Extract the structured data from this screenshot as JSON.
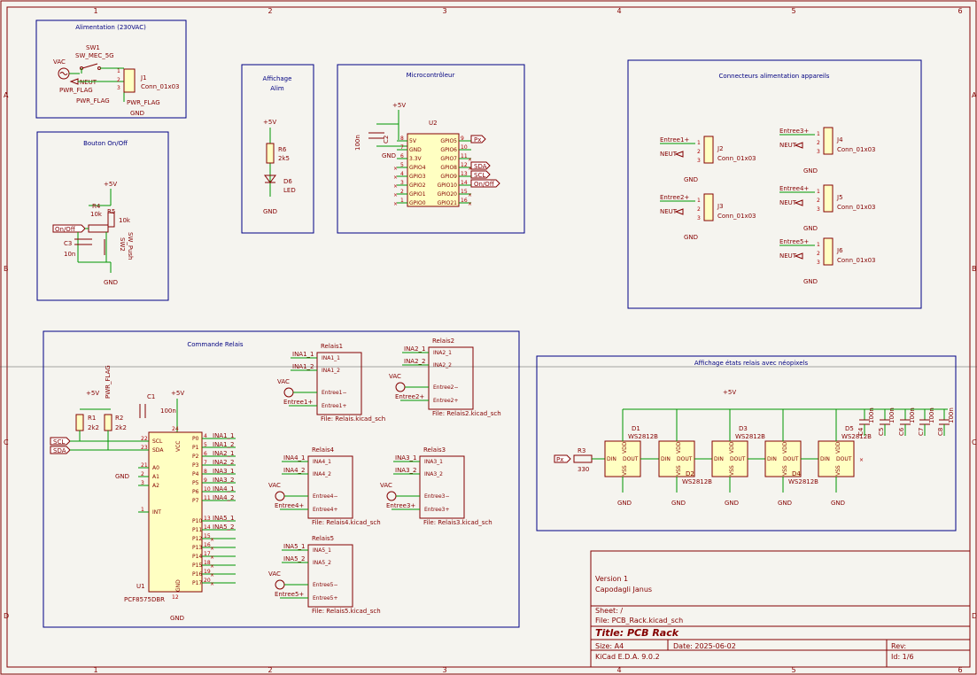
{
  "frame": {
    "cols": [
      "1",
      "2",
      "3",
      "4",
      "5",
      "6"
    ],
    "rows": [
      "A",
      "B",
      "C",
      "D"
    ]
  },
  "blocks": {
    "alimentation": "Alimentation (230VAC)",
    "bouton": "Bouton On/Off",
    "affichage": "Affichage",
    "affichage2": "Alim",
    "micro": "Microcontrôleur",
    "connecteurs": "Connecteurs alimentation appareils",
    "commande": "Commande Relais",
    "neopixels": "Affichage états relais avec néopixels"
  },
  "alim": {
    "vac": "VAC",
    "sw1": "SW1",
    "sw1v": "SW_MEC_5G",
    "neut": "NEUT",
    "pwr1": "PWR_FLAG",
    "pwr2": "PWR_FLAG",
    "pwr3": "PWR_FLAG",
    "j1": "J1",
    "j1v": "Conn_01x03",
    "gnd": "GND"
  },
  "bouton": {
    "p5v": "+5V",
    "r4": "R4",
    "r4v": "10k",
    "r5": "R5",
    "r5v": "10k",
    "onoff": "On/Off",
    "c3": "C3",
    "c3v": "10n",
    "sw2": "SW2",
    "sw2v": "SW_Push",
    "gnd": "GND"
  },
  "affich": {
    "p5v": "+5V",
    "r6": "R6",
    "r6v": "2k5",
    "d6": "D6",
    "d6v": "LED",
    "gnd": "GND"
  },
  "micro": {
    "p5v": "+5V",
    "c2": "C2",
    "c2v": "100n",
    "gnd": "GND",
    "u2": "U2",
    "left": [
      "5V",
      "GND",
      "3.3V",
      "GPIO4",
      "GPIO3",
      "GPIO2",
      "GPIO1",
      "GPIO0"
    ],
    "leftn": [
      "8",
      "7",
      "6",
      "5",
      "4",
      "3",
      "2",
      "1"
    ],
    "right": [
      "GPIO5",
      "GPIO6",
      "GPIO7",
      "GPIO8",
      "GPIO9",
      "GPIO10",
      "GPIO20",
      "GPIO21"
    ],
    "rightn": [
      "9",
      "10",
      "11",
      "12",
      "13",
      "14",
      "15",
      "16"
    ],
    "px": "Px",
    "sda": "SDA",
    "scl": "SCL",
    "onoff": "On/Off"
  },
  "conns": [
    {
      "net": "Entree1+",
      "neut": "NEUT",
      "ref": "J2",
      "val": "Conn_01x03",
      "gnd": "GND"
    },
    {
      "net": "Entree2+",
      "neut": "NEUT",
      "ref": "J3",
      "val": "Conn_01x03",
      "gnd": "GND"
    },
    {
      "net": "Entree3+",
      "neut": "NEUT",
      "ref": "J4",
      "val": "Conn_01x03",
      "gnd": "GND"
    },
    {
      "net": "Entree4+",
      "neut": "NEUT",
      "ref": "J5",
      "val": "Conn_01x03",
      "gnd": "GND"
    },
    {
      "net": "Entree5+",
      "neut": "NEUT",
      "ref": "J6",
      "val": "Conn_01x03",
      "gnd": "GND"
    }
  ],
  "cmd": {
    "p5v1": "+5V",
    "p5v2": "+5V",
    "pwr": "PWR_FLAG",
    "c1": "C1",
    "c1v": "100n",
    "r1": "R1",
    "r1v": "2k2",
    "r2": "R2",
    "r2v": "2k2",
    "scl": "SCL",
    "sda": "SDA",
    "gnd": "GND",
    "u1": "U1",
    "u1v": "PCF8575DBR",
    "vcc": "VCC",
    "gndp": "GND",
    "lpins": [
      "SCL",
      "SDA",
      "A0",
      "A1",
      "A2",
      "INT"
    ],
    "lnums": [
      "22",
      "23",
      "21",
      "2",
      "3",
      "1"
    ],
    "ppins": [
      "P0",
      "P1",
      "P2",
      "P3",
      "P4",
      "P5",
      "P6",
      "P7",
      "P10",
      "P11",
      "P12",
      "P13",
      "P14",
      "P15",
      "P16",
      "P17"
    ],
    "pnums": [
      "4",
      "5",
      "6",
      "7",
      "8",
      "9",
      "10",
      "11",
      "13",
      "14",
      "15",
      "16",
      "17",
      "18",
      "19",
      "20"
    ],
    "nets": [
      "INA1_1",
      "INA1_2",
      "INA2_1",
      "INA2_2",
      "INA3_1",
      "INA3_2",
      "INA4_1",
      "INA4_2",
      "INA5_1",
      "INA5_2"
    ],
    "gndnum": "12",
    "vccnum": "24"
  },
  "relais": [
    {
      "name": "Relais1",
      "file": "File: Relais.kicad_sch",
      "a": "INA1_1",
      "b": "INA1_2",
      "m": "Entree1−",
      "p": "Entree1+",
      "vac": "VAC",
      "net": "Entree1+"
    },
    {
      "name": "Relais2",
      "file": "File: Relais2.kicad_sch",
      "a": "INA2_1",
      "b": "INA2_2",
      "m": "Entree2−",
      "p": "Entree2+",
      "vac": "VAC",
      "net": "Entree2+"
    },
    {
      "name": "Relais4",
      "file": "File: Relais4.kicad_sch",
      "a": "INA4_1",
      "b": "INA4_2",
      "m": "Entree4−",
      "p": "Entree4+",
      "vac": "VAC",
      "net": "Entree4+"
    },
    {
      "name": "Relais3",
      "file": "File: Relais3.kicad_sch",
      "a": "INA3_1",
      "b": "INA3_2",
      "m": "Entree3−",
      "p": "Entree3+",
      "vac": "VAC",
      "net": "Entree3+"
    },
    {
      "name": "Relais5",
      "file": "File: Relais5.kicad_sch",
      "a": "INA5_1",
      "b": "INA5_2",
      "m": "Entree5−",
      "p": "Entree5+",
      "vac": "VAC",
      "net": "Entree5+"
    }
  ],
  "neo": {
    "p5v": "+5V",
    "px": "Px",
    "r3": "R3",
    "r3v": "330",
    "leds": [
      {
        "ref": "D1",
        "val": "WS2812B"
      },
      {
        "ref": "D2",
        "val": "WS2812B"
      },
      {
        "ref": "D3",
        "val": "WS2812B"
      },
      {
        "ref": "D4",
        "val": "WS2812B"
      },
      {
        "ref": "D5",
        "val": "WS2812B"
      }
    ],
    "din": "DIN",
    "dout": "DOUT",
    "vdd": "VDD",
    "vss": "VSS",
    "gnd": "GND",
    "caps": [
      {
        "ref": "C4",
        "val": "100n"
      },
      {
        "ref": "C5",
        "val": "100n"
      },
      {
        "ref": "C6",
        "val": "100n"
      },
      {
        "ref": "C7",
        "val": "100n"
      },
      {
        "ref": "C8",
        "val": "100n"
      }
    ]
  },
  "titleblock": {
    "version": "Version 1",
    "author": "Capodagli Janus",
    "sheet": "Sheet: /",
    "file": "File: PCB_Rack.kicad_sch",
    "title": "Title: PCB Rack",
    "size": "Size: A4",
    "date": "Date: 2025-06-02",
    "rev": "Rev:",
    "tool": "KiCad E.D.A. 9.0.2",
    "id": "Id: 1/6"
  }
}
